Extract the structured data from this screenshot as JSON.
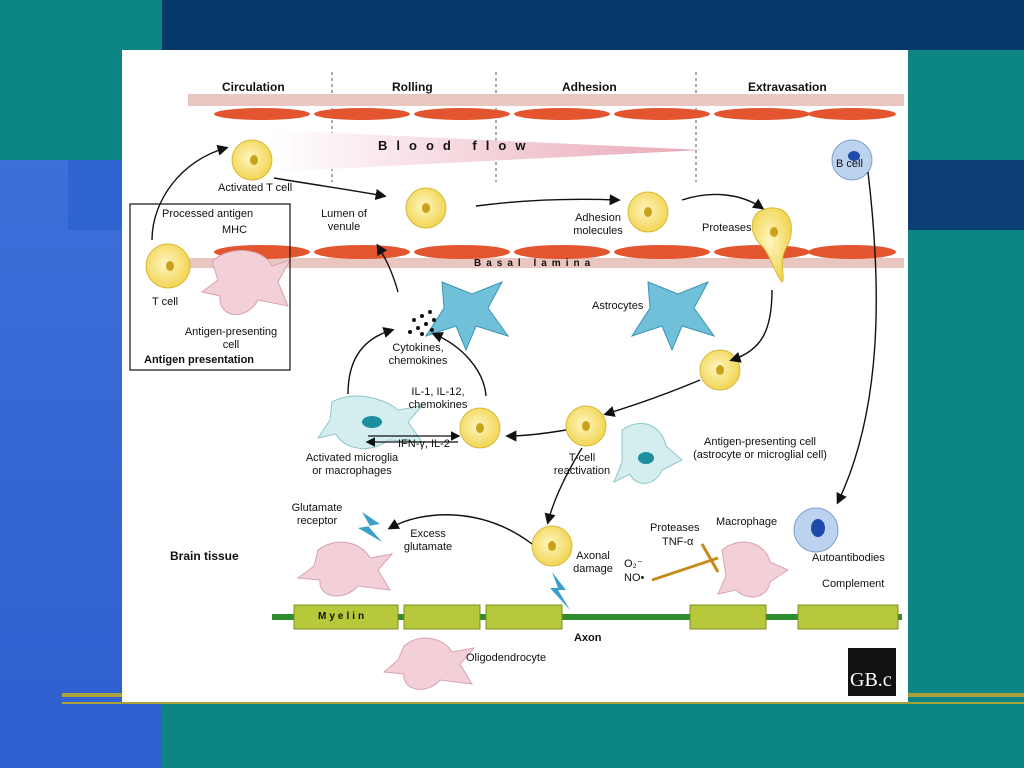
{
  "stages": [
    "Circulation",
    "Rolling",
    "Adhesion",
    "Extravasation"
  ],
  "blood_flow": "Blood flow",
  "basal_lamina": "Basal lamina",
  "labels": {
    "activated_t_cell": "Activated T cell",
    "lumen_1": "Lumen of",
    "lumen_2": "venule",
    "adhesion_1": "Adhesion",
    "adhesion_2": "molecules",
    "proteases_top": "Proteases",
    "b_cell": "B cell",
    "processed_antigen": "Processed antigen",
    "mhc": "MHC",
    "t_cell": "T cell",
    "apc_1": "Antigen-presenting",
    "apc_2": "cell",
    "antigen_presentation": "Antigen presentation",
    "astrocytes": "Astrocytes",
    "cytokines_1": "Cytokines,",
    "cytokines_2": "chemokines",
    "il_1": "IL-1, IL-12,",
    "il_2": "chemokines",
    "ifn": "IFN-γ, IL-2",
    "microglia_1": "Activated microglia",
    "microglia_2": "or macrophages",
    "tcell_react_1": "T-cell",
    "tcell_react_2": "reactivation",
    "apc_astro_1": "Antigen-presenting cell",
    "apc_astro_2": "(astrocyte or microglial cell)",
    "glutamate_1": "Glutamate",
    "glutamate_2": "receptor",
    "excess_1": "Excess",
    "excess_2": "glutamate",
    "brain_tissue": "Brain tissue",
    "axonal_1": "Axonal",
    "axonal_2": "damage",
    "proteases_bottom": "Proteases",
    "tnf": "TNF-α",
    "macrophage": "Macrophage",
    "o2": "O₂⁻",
    "no": "NO•",
    "autoantibodies": "Autoantibodies",
    "complement": "Complement",
    "myelin": "Myelin",
    "axon": "Axon",
    "oligodendrocyte": "Oligodendrocyte"
  },
  "logo": "GB.c",
  "colors": {
    "endothelium": "#e2552e",
    "t_cell": "#f7e27a",
    "axon": "#2e8b2e",
    "myelin": "#b7c93a",
    "astrocyte": "#5fb7cf",
    "background_teal": "#0e8585"
  }
}
